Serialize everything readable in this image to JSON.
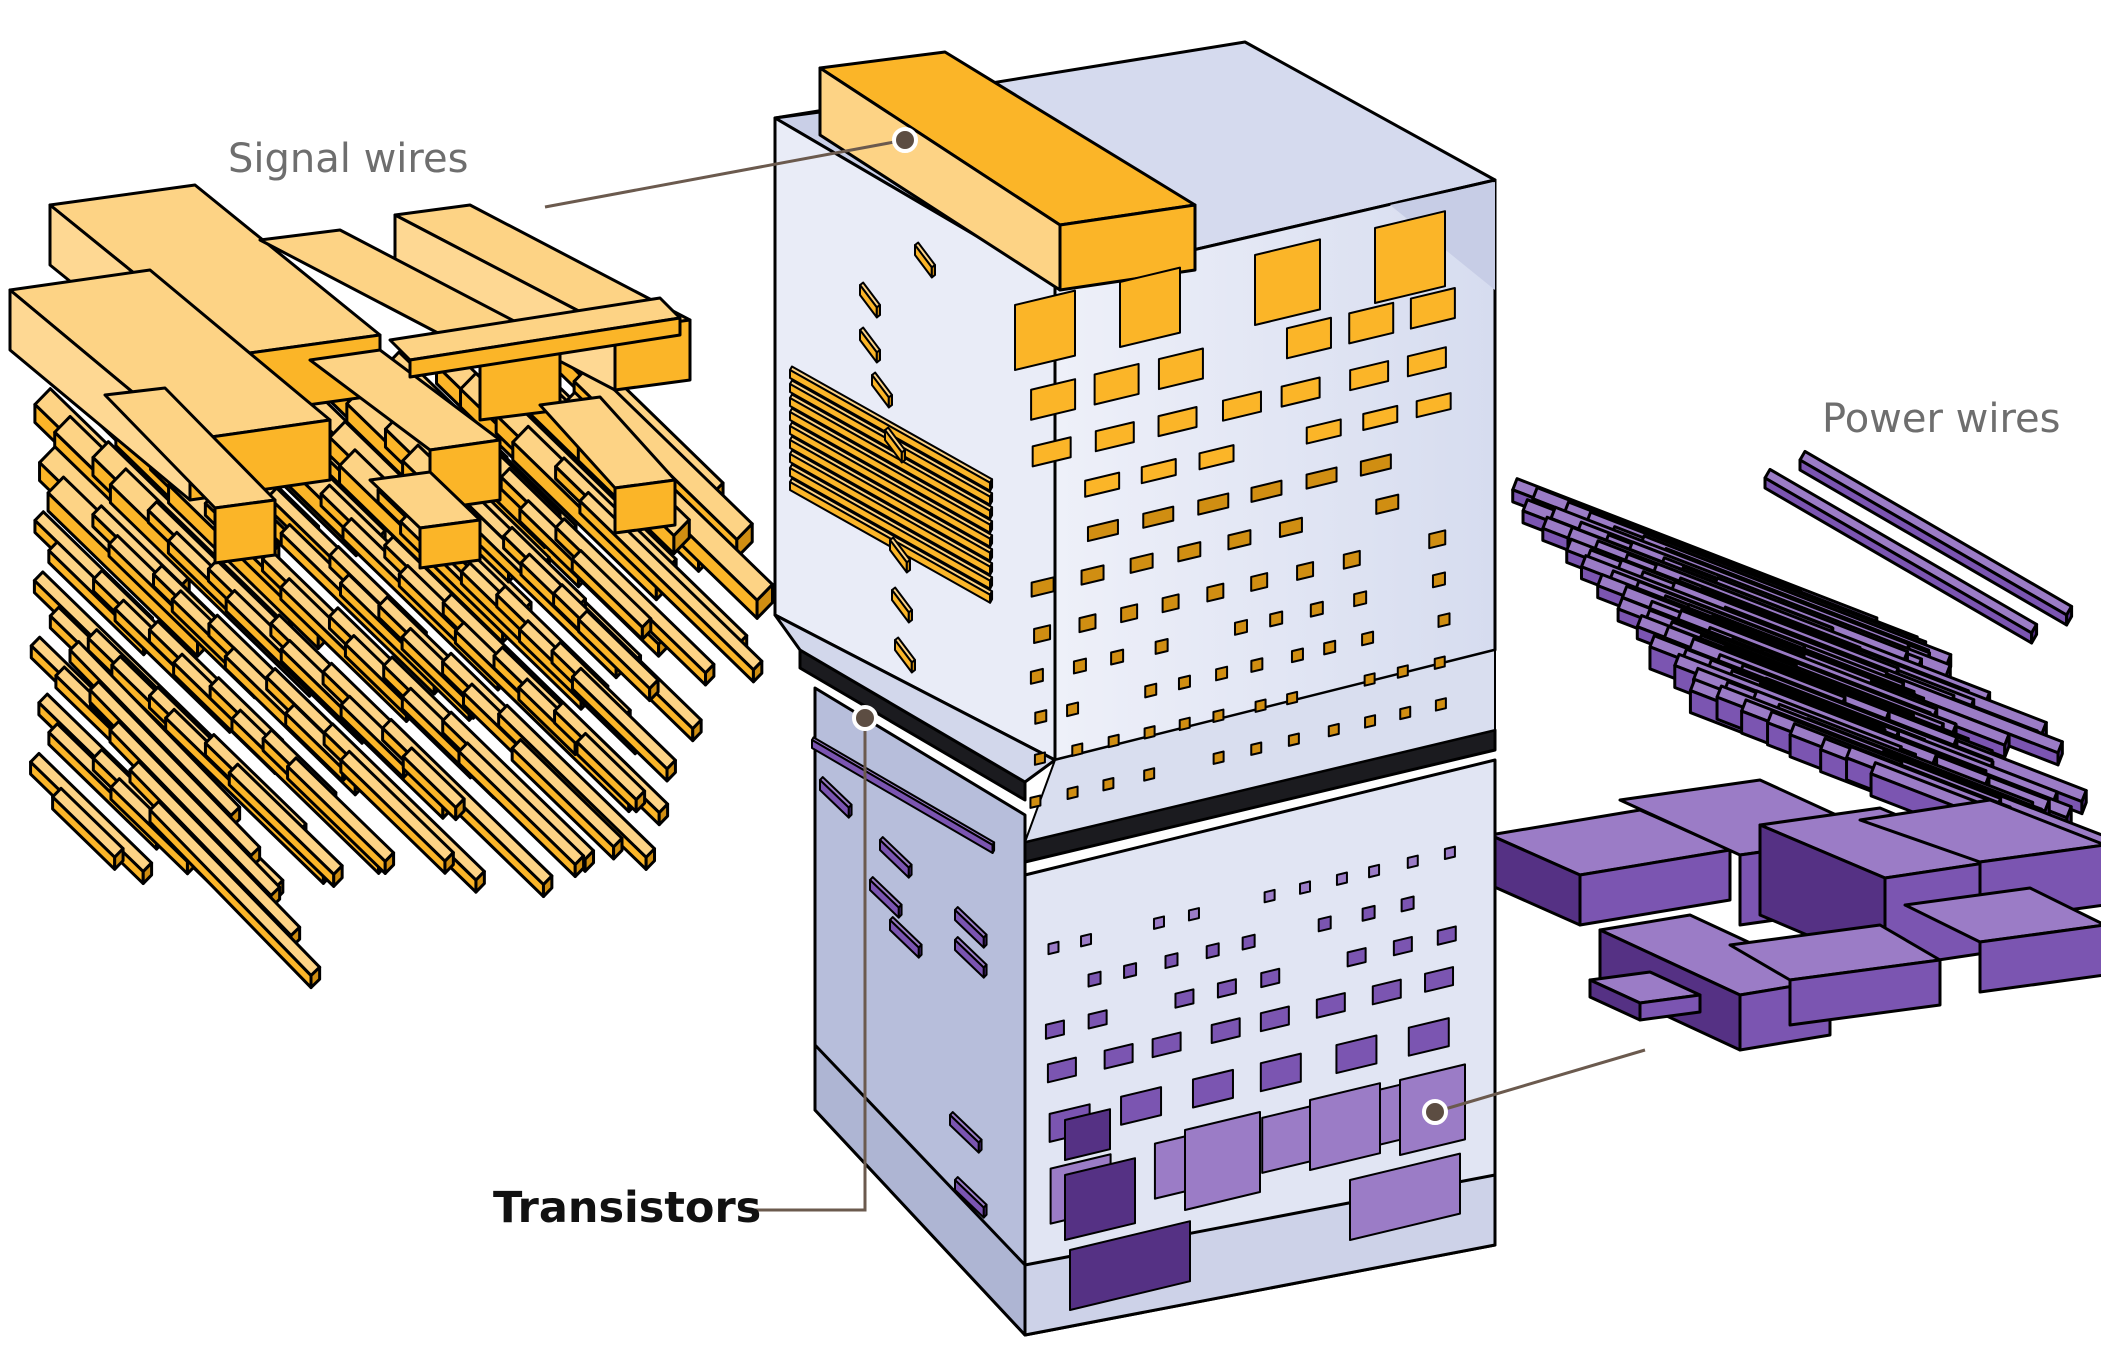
{
  "labels": {
    "signal": "Signal wires",
    "power": "Power wires",
    "transistors": "Transistors"
  },
  "colors": {
    "signal_light": "#fdd385",
    "signal_mid": "#fbb528",
    "signal_dark": "#d08e12",
    "power_light": "#9b7cc6",
    "power_mid": "#7b55b1",
    "power_dark": "#553184",
    "chip_face": "#e4e8f5",
    "chip_side": "#ccd2ea",
    "chip_lower": "#b7bedb",
    "transistor_band": "#1b1b1f",
    "leader": "#6b5a4e",
    "label_grey": "#6e6e6e",
    "label_black": "#111111"
  },
  "icons": {
    "callout_marker": "leader-dot-icon"
  }
}
